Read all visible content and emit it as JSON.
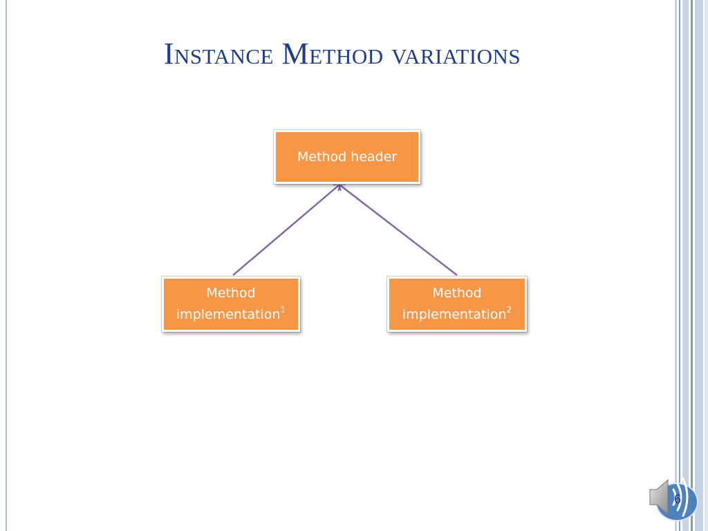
{
  "slide": {
    "title": "Instance Method variations",
    "page_number": "6"
  },
  "diagram": {
    "nodes": {
      "header": {
        "label": "Method header"
      },
      "impl1": {
        "line1": "Method",
        "line2": "implementation",
        "sup": "1"
      },
      "impl2": {
        "line1": "Method",
        "line2": "implementation",
        "sup": "2"
      }
    },
    "edges": [
      {
        "from": "impl1",
        "to": "header",
        "arrow": "to"
      },
      {
        "from": "impl2",
        "to": "header",
        "arrow": "to"
      }
    ]
  },
  "colors": {
    "title": "#1f3c88",
    "node_fill": "#f79646",
    "node_text": "#ffffff",
    "connector": "#8064a2",
    "accent_blue": "#4f81bd"
  },
  "icons": {
    "audio": "speaker-icon"
  }
}
